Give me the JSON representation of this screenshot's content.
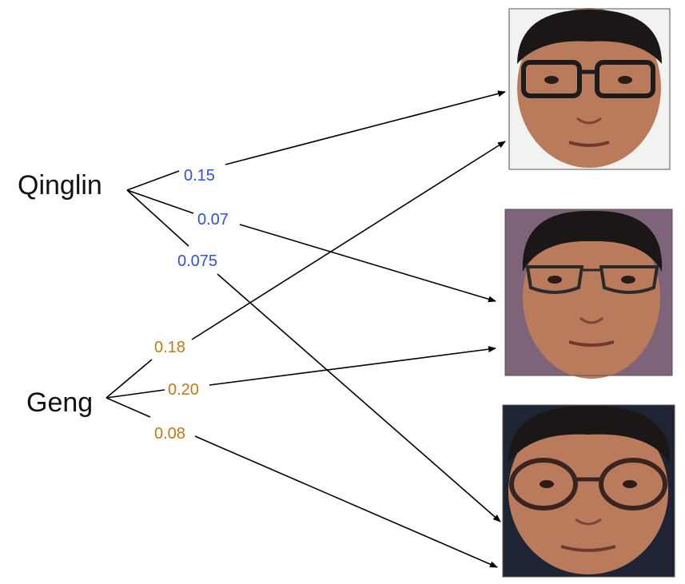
{
  "colors": {
    "qinglin_weight": "#2f4fe0",
    "geng_weight": "#c07a12",
    "edge": "#000000",
    "photo1_bg": "#f2f2f0",
    "photo2_bg": "#7e6478",
    "photo3_bg": "#1e2433",
    "skin": "#b97b5c",
    "hair": "#1a1716"
  },
  "sources": {
    "qinglin": {
      "label": "Qinglin"
    },
    "geng": {
      "label": "Geng"
    }
  },
  "targets": [
    {
      "icon": "face-photo-glasses-black-frame"
    },
    {
      "icon": "face-photo-glasses-half-rim"
    },
    {
      "icon": "face-photo-glasses-round-frame"
    }
  ],
  "weights": {
    "qinglin_to_face1": "0.15",
    "qinglin_to_face2": "0.07",
    "qinglin_to_face3": "0.075",
    "geng_to_face1": "0.18",
    "geng_to_face2": "0.20",
    "geng_to_face3": "0.08"
  }
}
